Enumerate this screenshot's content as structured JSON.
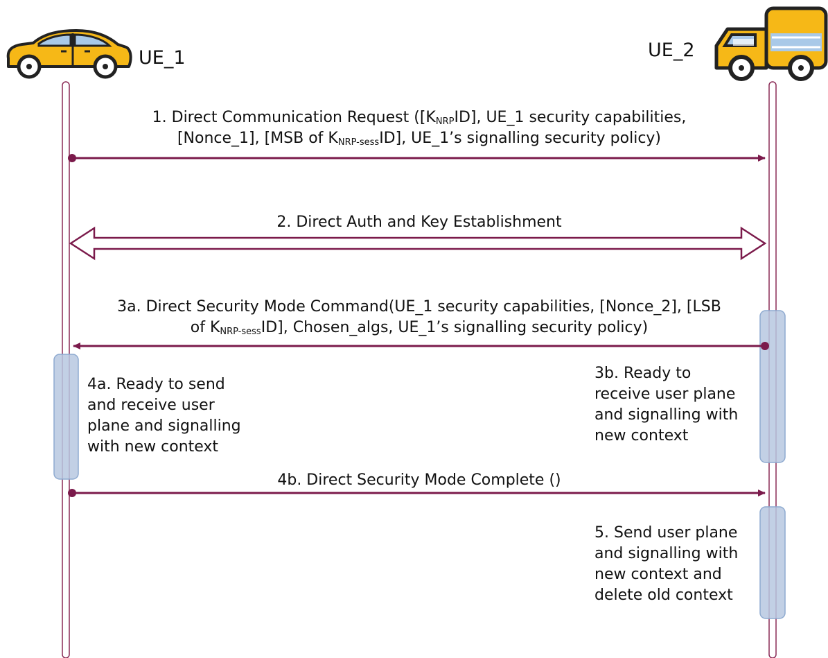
{
  "entities": {
    "ue1": "UE_1",
    "ue2": "UE_2"
  },
  "icons": {
    "ue1": "car-icon",
    "ue2": "truck-icon"
  },
  "colors": {
    "arrow": "#7b1a4b",
    "lifeline": "#8a2a55",
    "activation_fill": "#b7c8e0",
    "activation_stroke": "#8eaad0",
    "car_body": "#f6b817",
    "car_window": "#a9c9e8"
  },
  "messages": {
    "m1": {
      "line1_a": "1. Direct Communication Request ([K",
      "line1_sub": "NRP",
      "line1_b": "ID], UE_1 security capabilities,",
      "line2_a": "[Nonce_1], [MSB of K",
      "line2_sub": "NRP-sess",
      "line2_b": "ID], UE_1’s signalling security policy)"
    },
    "m2": {
      "text": "2. Direct Auth and Key Establishment"
    },
    "m3a": {
      "line1": "3a. Direct Security Mode Command(UE_1 security capabilities, [Nonce_2], [LSB",
      "line2_a": "of K",
      "line2_sub": "NRP-sess",
      "line2_b": "ID], Chosen_algs, UE_1’s signalling security policy)"
    },
    "m4b": {
      "text": "4b. Direct Security Mode Complete ()"
    }
  },
  "notes": {
    "n4a": [
      "4a. Ready to send",
      "and receive user",
      "plane and signalling",
      "with new context"
    ],
    "n3b": [
      "3b. Ready to",
      "receive user plane",
      "and signalling with",
      "new context"
    ],
    "n5": [
      "5. Send user plane",
      "and signalling with",
      "new context and",
      "delete old context"
    ]
  }
}
